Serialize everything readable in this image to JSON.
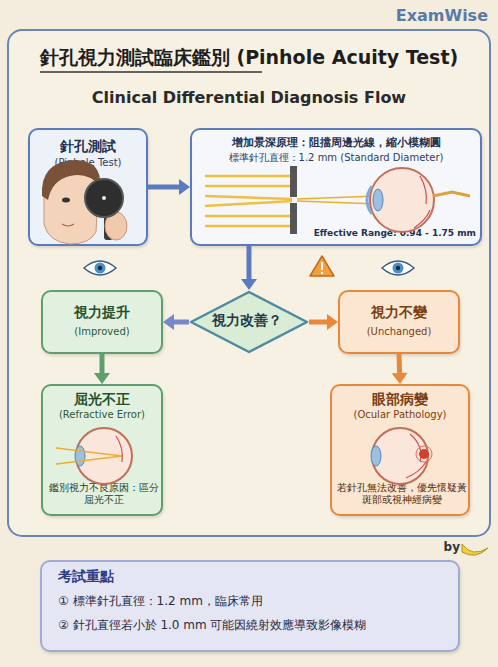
{
  "diagram": {
    "title": "針孔視力測試臨床鑑別 (Pinhole Acuity Test)",
    "nodes": [
      {
        "text": [
          "針孔測試",
          "(Pinhole Test)"
        ]
      },
      {
        "text": [
          "增加景深原理：阻擋周邊光線，縮小模糊圓",
          "標準針孔直徑：1.2 mm (Standard Diameter)",
          "Effective Range: 0.94 - 1.75 mm"
        ]
      },
      {
        "text": [
          "視力改善？"
        ]
      },
      {
        "text": [
          "視力提升",
          "(Improved)"
        ]
      },
      {
        "text": [
          "視力不變",
          "(Unchanged)"
        ]
      },
      {
        "text": [
          "屈光不正",
          "(Refractive Error)",
          "鑑別視力不良原因：區分屈光不正"
        ]
      },
      {
        "text": [
          "眼部病變",
          "(Ocular Pathology)",
          "若針孔無法改善，優先懷疑黃斑部或視神經病變"
        ]
      },
      {
        "text": [
          "考試重點",
          "① 標準針孔直徑：1.2 mm，臨床常用",
          "② 針孔直徑若小於 1.0 mm 可能因繞射效應導致影像模糊"
        ]
      }
    ],
    "edges": [
      {
        "from": 0,
        "to": 1,
        "arrow": "to"
      },
      {
        "from": 1,
        "to": 2,
        "arrow": "to"
      },
      {
        "from": 2,
        "to": 3,
        "arrow": "to"
      },
      {
        "from": 2,
        "to": 4,
        "arrow": "to"
      },
      {
        "from": 3,
        "to": 5,
        "arrow": "to"
      },
      {
        "from": 4,
        "to": 6,
        "arrow": "to"
      }
    ],
    "labels": [
      "ExamWise",
      "Clinical Differential Diagnosis Flow",
      "by"
    ]
  }
}
